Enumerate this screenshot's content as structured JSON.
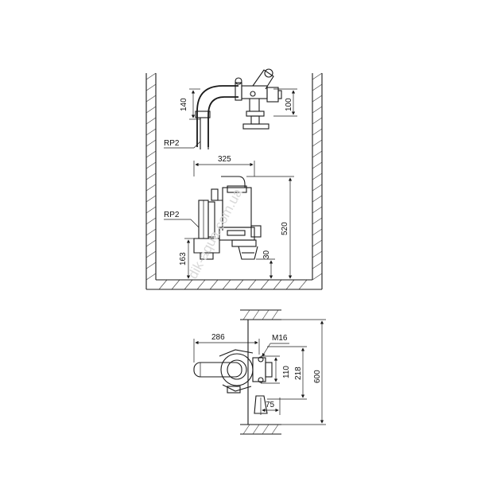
{
  "labels": {
    "dim_140": "140",
    "dim_100": "100",
    "rp2_top": "RP2",
    "dim_325": "325",
    "rp2_mid": "RP2",
    "dim_520": "520",
    "dim_163": "163",
    "dim_30": "30",
    "dim_286": "286",
    "m16": "M16",
    "dim_110": "110",
    "dim_218": "218",
    "dim_600": "600",
    "dim_75": "75"
  },
  "watermark": "dik-aqua.com.ua"
}
